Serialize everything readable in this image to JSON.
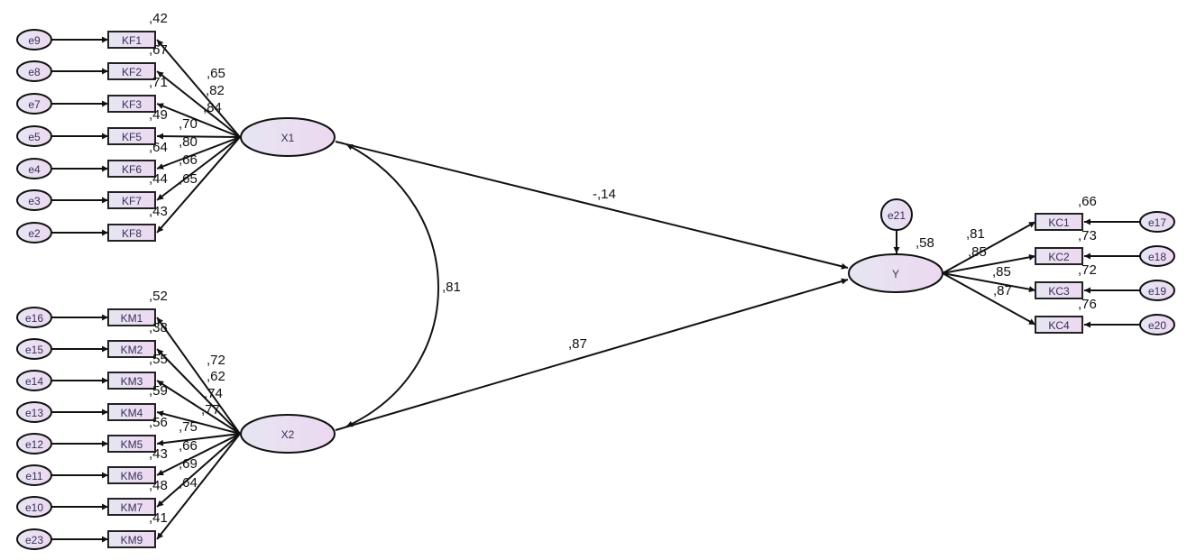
{
  "colors": {
    "node_fill_left": "#e6e6f2",
    "node_fill_right": "#ecd8f0",
    "stroke": "#111111"
  },
  "latent": {
    "x1": "X1",
    "x2": "X2",
    "y": "Y"
  },
  "kf_items": [
    {
      "error": "e9",
      "name": "KF1",
      "loading": ",65",
      "r2": ",42"
    },
    {
      "error": "e8",
      "name": "KF2",
      "loading": ",82",
      "r2": ",67"
    },
    {
      "error": "e7",
      "name": "KF3",
      "loading": ",84",
      "r2": ",71"
    },
    {
      "error": "e5",
      "name": "KF5",
      "loading": ",70",
      "r2": ",49"
    },
    {
      "error": "e4",
      "name": "KF6",
      "loading": ",80",
      "r2": ",64"
    },
    {
      "error": "e3",
      "name": "KF7",
      "loading": ",66",
      "r2": ",44"
    },
    {
      "error": "e2",
      "name": "KF8",
      "loading": ",65",
      "r2": ",43"
    }
  ],
  "km_items": [
    {
      "error": "e16",
      "name": "KM1",
      "loading": ",72",
      "r2": ",52"
    },
    {
      "error": "e15",
      "name": "KM2",
      "loading": ",62",
      "r2": ",38"
    },
    {
      "error": "e14",
      "name": "KM3",
      "loading": ",74",
      "r2": ",55"
    },
    {
      "error": "e13",
      "name": "KM4",
      "loading": ",77",
      "r2": ",59"
    },
    {
      "error": "e12",
      "name": "KM5",
      "loading": ",75",
      "r2": ",56"
    },
    {
      "error": "e11",
      "name": "KM6",
      "loading": ",66",
      "r2": ",43"
    },
    {
      "error": "e10",
      "name": "KM7",
      "loading": ",69",
      "r2": ",48"
    },
    {
      "error": "e23",
      "name": "KM9",
      "loading": ",64",
      "r2": ",41"
    }
  ],
  "kc_items": [
    {
      "error": "e17",
      "name": "KC1",
      "loading": ",81",
      "r2": ",66"
    },
    {
      "error": "e18",
      "name": "KC2",
      "loading": ",85",
      "r2": ",73"
    },
    {
      "error": "e19",
      "name": "KC3",
      "loading": ",85",
      "r2": ",72"
    },
    {
      "error": "e20",
      "name": "KC4",
      "loading": ",87",
      "r2": ",76"
    }
  ],
  "y_error": "e21",
  "y_r2": ",58",
  "paths": {
    "x1_y": "-,14",
    "x2_y": ",87",
    "x1_x2_cov": ",81"
  }
}
